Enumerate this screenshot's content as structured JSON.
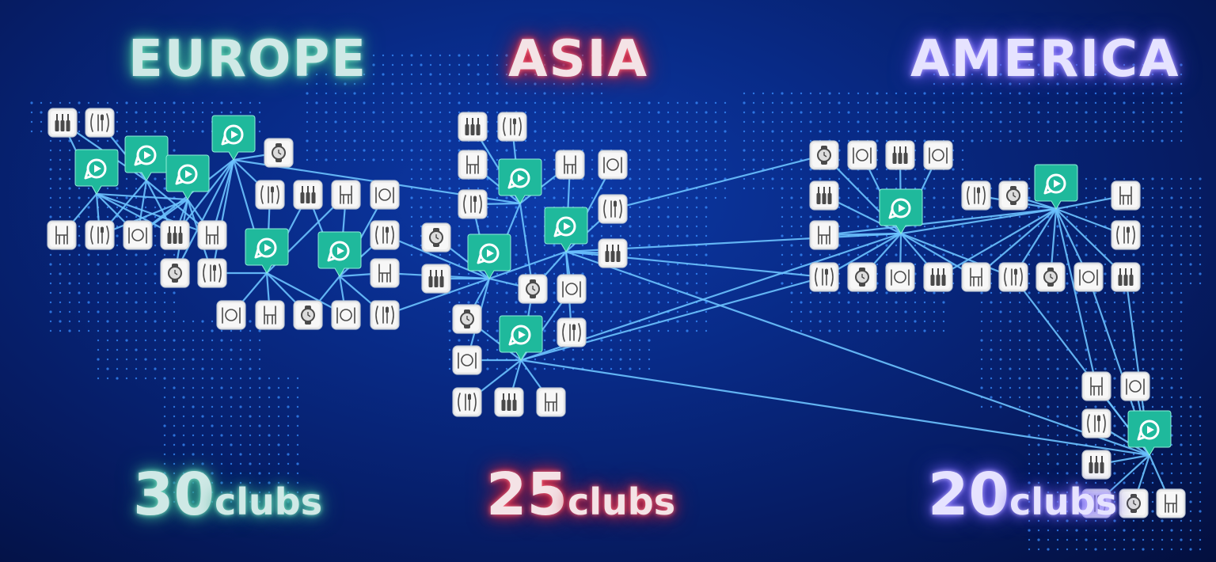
{
  "colors": {
    "line": "#6cc3ff",
    "node_green": "#1fb99c",
    "dot": "#3a8dff"
  },
  "regions": [
    {
      "name": "EUROPE",
      "count": "30",
      "unit": "clubs"
    },
    {
      "name": "ASIA",
      "count": "25",
      "unit": "clubs"
    },
    {
      "name": "AMERICA",
      "count": "20",
      "unit": "clubs"
    }
  ],
  "icon_kinds": [
    "venue-pin-icon",
    "bottles-icon",
    "cutlery-icon",
    "chair-icon",
    "plate-icon",
    "watch-icon"
  ]
}
